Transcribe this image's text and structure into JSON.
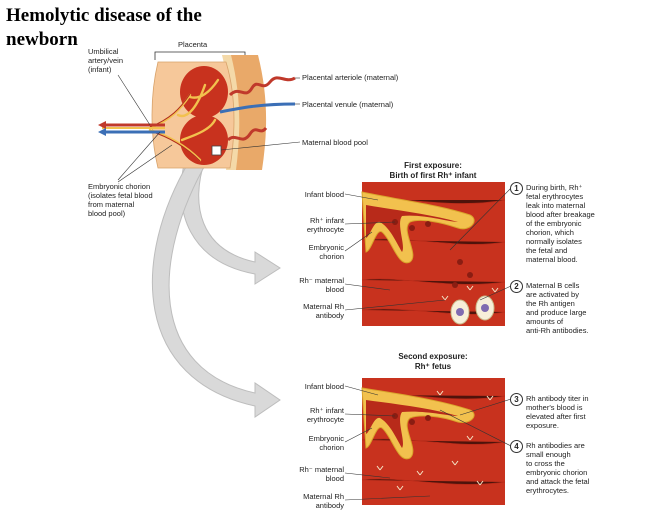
{
  "title": "Hemolytic disease of the newborn",
  "top_diagram": {
    "placenta_label": "Placenta",
    "umbilical_label": "Umbilical\nartery/vein\n(infant)",
    "chorion_label": "Embryonic chorion\n(isolates fetal blood\nfrom maternal\nblood pool)",
    "arteriole_label": "Placental arteriole (maternal)",
    "venule_label": "Placental venule (maternal)",
    "pool_label": "Maternal blood pool"
  },
  "first_exposure": {
    "header": "First exposure:\nBirth of first Rh⁺ infant",
    "labels": {
      "infant_blood": "Infant blood",
      "rh_erythrocyte": "Rh⁺ infant\nerythrocyte",
      "chorion": "Embryonic\nchorion",
      "maternal_blood": "Rh⁻ maternal\nblood",
      "antibody": "Maternal Rh\nantibody"
    },
    "steps": [
      {
        "number": "1",
        "text": "During birth, Rh⁺\nfetal erythrocytes\nleak into maternal\nblood after breakage\nof the embryonic\nchorion, which\nnormally isolates\nthe fetal and\nmaternal blood."
      },
      {
        "number": "2",
        "text": "Maternal B cells\nare activated by\nthe Rh antigen\nand produce large\namounts of\nanti-Rh antibodies."
      }
    ]
  },
  "second_exposure": {
    "header": "Second exposure:\nRh⁺ fetus",
    "labels": {
      "infant_blood": "Infant blood",
      "rh_erythrocyte": "Rh⁺ infant\nerythrocyte",
      "chorion": "Embryonic\nchorion",
      "maternal_blood": "Rh⁻ maternal\nblood",
      "antibody": "Maternal Rh\nantibody"
    },
    "steps": [
      {
        "number": "3",
        "text": "Rh antibody titer in\nmother's blood is\nelevated after first\nexposure."
      },
      {
        "number": "4",
        "text": "Rh antibodies are\nsmall enough\nto cross the\nembryonic chorion\nand attack the fetal\nerythrocytes."
      }
    ]
  },
  "colors": {
    "maternal_tissue": "#c8321e",
    "chorion": "#f2c14e",
    "artery": "#c0392b",
    "vein": "#3b6fb6",
    "arrow": "#d9d9d9"
  }
}
